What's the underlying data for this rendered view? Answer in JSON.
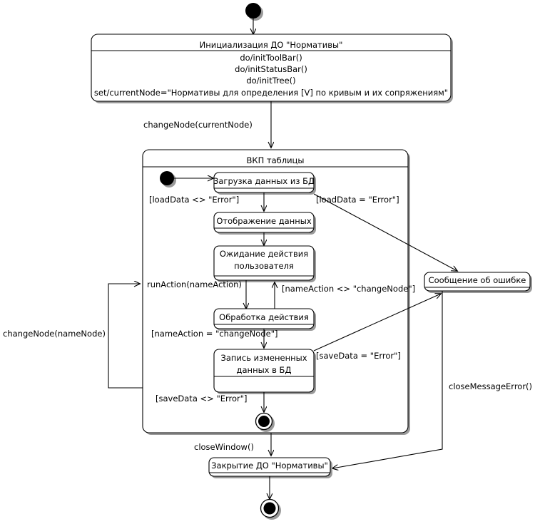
{
  "diagram": {
    "type": "uml-state-machine",
    "title": "",
    "language": "ru"
  },
  "states": {
    "init": {
      "name": "Инициализация ДО \"Нормативы\"",
      "actions": [
        "do/initToolBar()",
        "do/initStatusBar()",
        "do/initTree()",
        "set/currentNode=\"Нормативы для определения [V] по кривым и их сопряжениям\""
      ]
    },
    "composite": {
      "name": "ВКП таблицы"
    },
    "load": {
      "name": "Загрузка данных из БД"
    },
    "display": {
      "name": "Отображение данных"
    },
    "wait": {
      "name_line1": "Ожидание действия",
      "name_line2": "пользователя"
    },
    "process": {
      "name": "Обработка действия"
    },
    "save": {
      "name_line1": "Запись измененных",
      "name_line2": "данных в БД"
    },
    "error": {
      "name": "Сообщение об ошибке"
    },
    "close": {
      "name": "Закрытие ДО \"Нормативы\""
    }
  },
  "transitions": {
    "change_node_current": "changeNode(currentNode)",
    "load_ok": "[loadData <> \"Error\"]",
    "load_err": "[loadData = \"Error\"]",
    "run_action": "runAction(nameAction)",
    "name_action_not_change": "[nameAction <> \"changeNode\"]",
    "name_action_change": "[nameAction = \"changeNode\"]",
    "save_err": "[saveData = \"Error\"]",
    "save_ok": "[saveData <> \"Error\"]",
    "change_node_name": "changeNode(nameNode)",
    "close_window": "closeWindow()",
    "close_message_error": "closeMessageError()"
  },
  "colors": {
    "line": "#000000",
    "fill": "#ffffff",
    "shadow": "#9a9a9a"
  }
}
